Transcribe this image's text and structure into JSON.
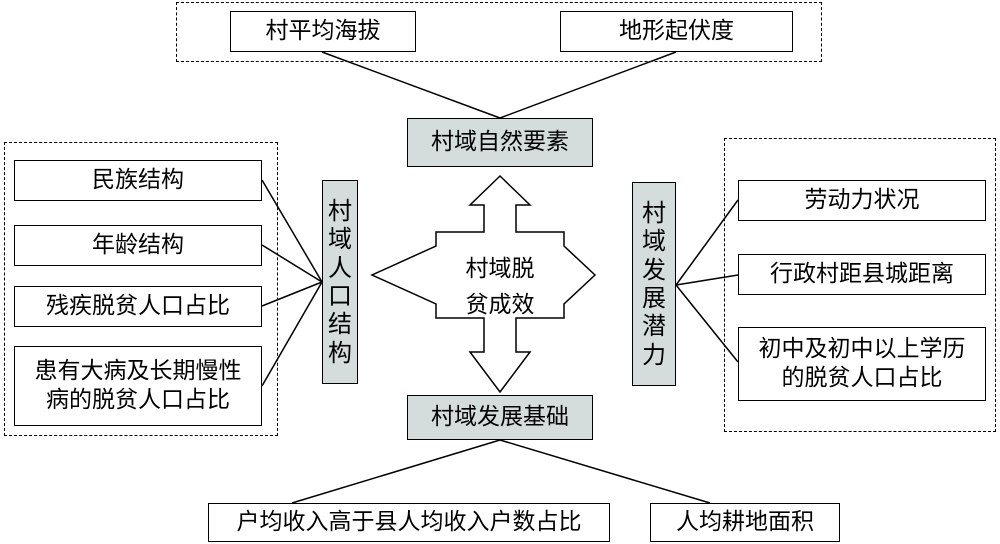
{
  "center": {
    "text": "村域脱\n贫成效"
  },
  "natural": {
    "category": "村域自然要素",
    "items": [
      "村平均海拔",
      "地形起伏度"
    ]
  },
  "population": {
    "category": [
      "村",
      "域",
      "人",
      "口",
      "结",
      "构"
    ],
    "items": [
      "民族结构",
      "年龄结构",
      "残疾脱贫人口占比",
      "患有大病及长期慢性\n病的脱贫人口占比"
    ]
  },
  "potential": {
    "category": [
      "村",
      "域",
      "发",
      "展",
      "潜",
      "力"
    ],
    "items": [
      "劳动力状况",
      "行政村距县城距离",
      "初中及初中以上学历\n的脱贫人口占比"
    ]
  },
  "foundation": {
    "category": "村域发展基础",
    "items": [
      "户均收入高于县人均收入户数占比",
      "人均耕地面积"
    ]
  },
  "colors": {
    "category_fill": "#d4dcdc",
    "stroke": "#000000"
  }
}
